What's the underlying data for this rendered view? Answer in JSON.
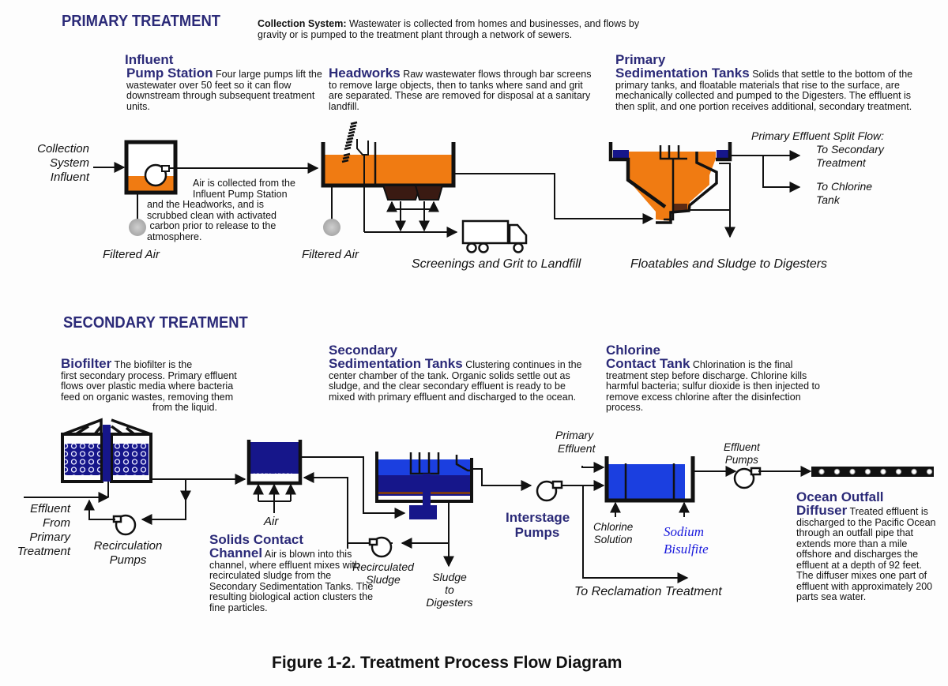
{
  "primary": {
    "section_title": "PRIMARY TREATMENT",
    "collection_head": "Collection System:",
    "collection_text": "Wastewater is collected from homes and businesses, and flows by gravity or is pumped to the treatment plant through a network of sewers.",
    "influent_head_1": "Influent",
    "influent_head_2": "Pump Station",
    "influent_text": "Four large pumps lift the wastewater over 50 feet so it can flow downstream through subsequent treatment units.",
    "headworks_head": "Headworks",
    "headworks_text": "Raw wastewater flows through bar screens to remove large objects, then to tanks where sand and grit are separated.  These are removed for disposal at a sanitary landfill.",
    "sed_head_1": "Primary",
    "sed_head_2": "Sedimentation Tanks",
    "sed_text": "Solids that settle to the bottom of the primary tanks, and floatable materials that rise to the surface, are mechanically collected and pumped to the Digesters.  The effluent is then split, and one portion receives additional, secondary treatment.",
    "labels": {
      "collection_influent": [
        "Collection",
        "System",
        "Influent"
      ],
      "air_note": [
        "Air is collected from the",
        "Influent Pump Station",
        "and the Headworks, and is",
        "scrubbed clean with activated",
        " carbon prior to release to the",
        "atmosphere."
      ],
      "filtered_air_1": "Filtered Air",
      "filtered_air_2": "Filtered Air",
      "screenings": "Screenings and Grit to Landfill",
      "floatables": "Floatables and Sludge to Digesters",
      "split_flow": "Primary Effluent Split Flow:",
      "to_secondary": [
        "To Secondary",
        "Treatment"
      ],
      "to_chlorine": [
        "To Chlorine",
        "Tank"
      ]
    }
  },
  "secondary": {
    "section_title": "SECONDARY TREATMENT",
    "biofilter_head": "Biofilter",
    "biofilter_text_1": "The biofilter is the",
    "biofilter_text_2": "first secondary process.  Primary effluent",
    "biofilter_text_3": "flows over plastic media where bacteria",
    "biofilter_text_4": "feed on organic wastes, removing them",
    "biofilter_text_5": "from the liquid.",
    "sec_sed_head_1": "Secondary",
    "sec_sed_head_2": "Sedimentation Tanks",
    "sec_sed_text": "Clustering continues in the center chamber of the tank.  Organic solids settle out as sludge, and the clear secondary effluent is ready to be mixed with primary effluent and discharged to the ocean.",
    "chlorine_head_1": "Chlorine",
    "chlorine_head_2": "Contact Tank",
    "chlorine_text": "Chlorination is the final treatment step before discharge.  Chlorine kills harmful bacteria;  sulfur dioxide is then injected to remove excess chlorine after the disinfection process.",
    "solids_head_1": "Solids Contact",
    "solids_head_2": "Channel",
    "solids_text": "Air is blown into this channel, where effluent mixes with recirculated sludge from the Secondary Sedimentation Tanks.  The resulting biological action clusters the fine particles.",
    "outfall_head_1": "Ocean Outfall",
    "outfall_head_2": "Diffuser",
    "outfall_text": "Treated effluent is discharged to the Pacific Ocean through an outfall pipe that extends more than a mile offshore and discharges the effluent at  a depth of 92 feet. The diffuser mixes one part of effluent with approximately 200 parts sea water.",
    "labels": {
      "effluent_from_primary": [
        "Effluent",
        "From",
        "Primary",
        "Treatment"
      ],
      "recirculation_pumps": [
        "Recirculation",
        "Pumps"
      ],
      "air": "Air",
      "recirculated_sludge": [
        "Recirculated",
        "Sludge"
      ],
      "sludge_to_digesters": [
        "Sludge",
        "to",
        "Digesters"
      ],
      "interstage_pumps": [
        "Interstage",
        "Pumps"
      ],
      "primary_effluent": [
        "Primary",
        "Effluent"
      ],
      "chlorine_solution": [
        "Chlorine",
        "Solution"
      ],
      "sodium_bisulfite": [
        "Sodium",
        "Bisulfite"
      ],
      "effluent_pumps": [
        "Effluent",
        "Pumps"
      ],
      "to_reclamation": "To Reclamation Treatment"
    }
  },
  "caption": "Figure 1-2.  Treatment Process Flow Diagram",
  "colors": {
    "heading_navy": "#2b2a78",
    "raw_wastewater_orange": "#f07b12",
    "sludge_brown": "#5a2a14",
    "treated_blue": "#1b3fe0",
    "dark_navy": "#16168a",
    "filter_gray": "#b8b8b8"
  }
}
